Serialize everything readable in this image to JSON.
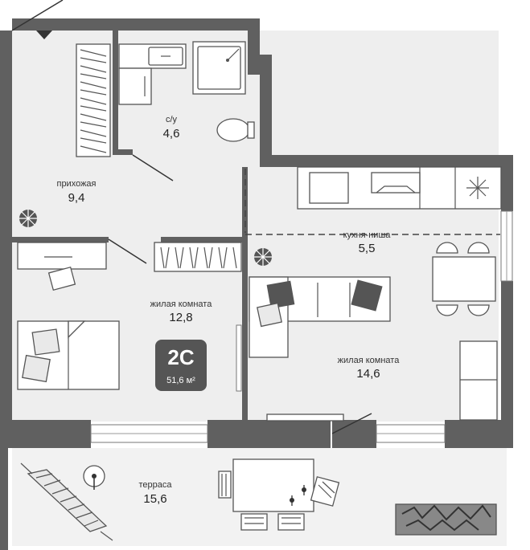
{
  "rooms": {
    "bathroom": {
      "name": "с/у",
      "area": "4,6"
    },
    "hallway": {
      "name": "прихожая",
      "area": "9,4"
    },
    "kitchen_niche": {
      "name": "кухня-ниша",
      "area": "5,5"
    },
    "living_room_1": {
      "name": "жилая комната",
      "area": "12,8"
    },
    "living_room_2": {
      "name": "жилая комната",
      "area": "14,6"
    },
    "terrace": {
      "name": "терраса",
      "area": "15,6"
    }
  },
  "badge": {
    "code": "2С",
    "area": "51,6 м²",
    "color": "#555555"
  },
  "colors": {
    "wall": "#606060",
    "floor": "#eeeeee",
    "terrace_floor": "#f2f2f2"
  }
}
